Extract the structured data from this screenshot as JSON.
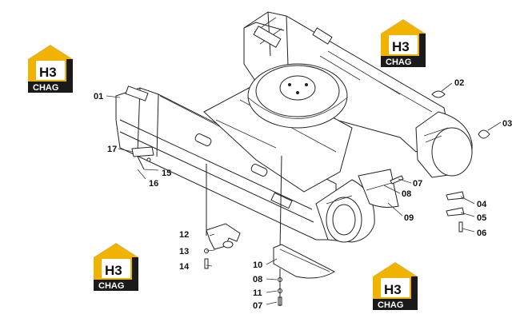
{
  "logo": {
    "mark": "H3",
    "word": "CHAG",
    "colors": {
      "roof": "#f0b400",
      "dark": "#1a1a1a"
    }
  },
  "callouts": {
    "p01": "01",
    "p02": "02",
    "p03": "03",
    "p04": "04",
    "p05": "05",
    "p06": "06",
    "p07a": "07",
    "p08a": "08",
    "p09": "09",
    "p10": "10",
    "p08b": "08",
    "p11": "11",
    "p07b": "07",
    "p12": "12",
    "p13": "13",
    "p14": "14",
    "p15": "15",
    "p16": "16",
    "p17": "17"
  }
}
